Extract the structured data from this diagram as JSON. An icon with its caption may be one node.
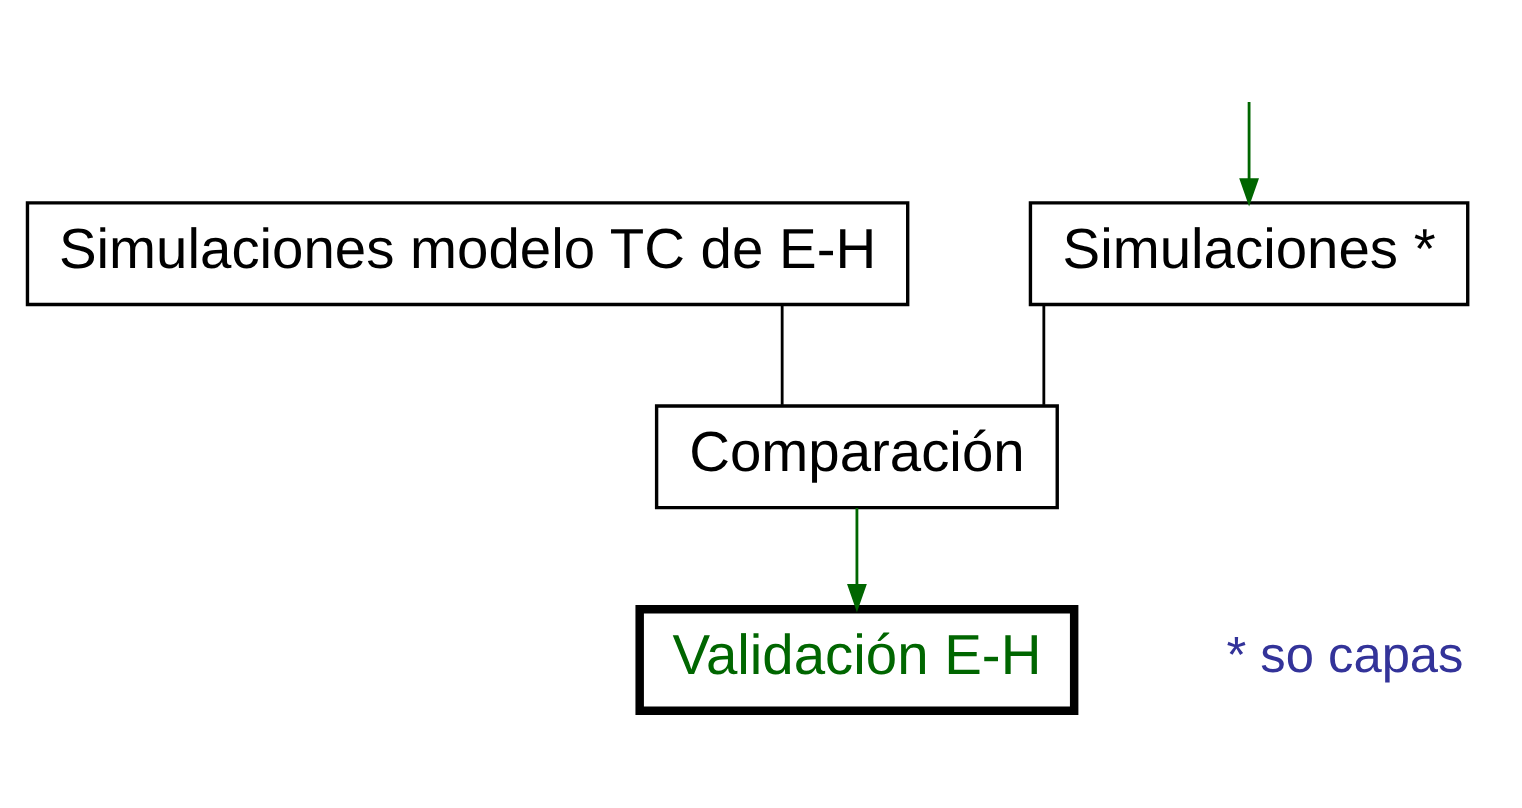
{
  "diagram": {
    "nodes": [
      {
        "text": [
          "Simulaciones modelo TC de E-H"
        ]
      },
      {
        "text": [
          "Simulaciones *"
        ]
      },
      {
        "text": [
          "Comparación"
        ]
      },
      {
        "text": [
          "Validación E-H"
        ]
      }
    ],
    "edges": [
      {
        "from": 0,
        "to": 2,
        "arrow": "none"
      },
      {
        "from": 1,
        "to": 2,
        "arrow": "none"
      },
      {
        "from": 2,
        "to": 3,
        "arrow": "to",
        "color": "#006600"
      },
      {
        "from": null,
        "to": 1,
        "arrow": "to",
        "color": "#006600"
      }
    ],
    "labels": [
      "* so capas"
    ]
  }
}
